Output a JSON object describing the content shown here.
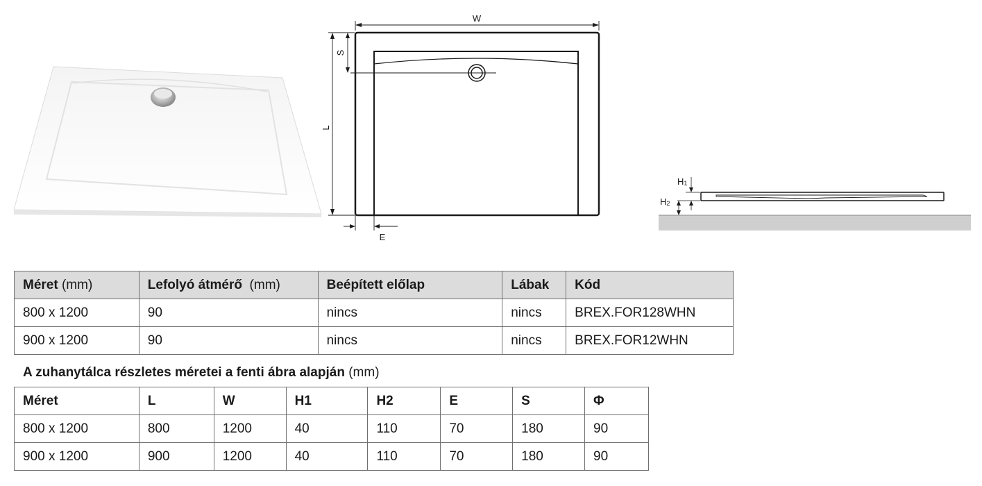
{
  "figure": {
    "top_view_labels": {
      "w": "W",
      "s": "S",
      "l": "L",
      "e": "E"
    },
    "side_view_labels": {
      "h1": "H",
      "h1_sub": "1",
      "h2": "H",
      "h2_sub": "2"
    }
  },
  "table1": {
    "headers": [
      {
        "bold": "Méret",
        "unit": " (mm)"
      },
      {
        "bold": "Lefolyó átmérő",
        "unit": "  (mm)"
      },
      {
        "bold": "Beépített előlap",
        "unit": ""
      },
      {
        "bold": "Lábak",
        "unit": ""
      },
      {
        "bold": "Kód",
        "unit": ""
      }
    ],
    "rows": [
      [
        "800 x 1200",
        "90",
        "nincs",
        "nincs",
        "BREX.FOR128WHN"
      ],
      [
        "900 x 1200",
        "90",
        "nincs",
        "nincs",
        "BREX.FOR12WHN"
      ]
    ]
  },
  "caption": {
    "bold": "A zuhanytálca részletes méretei a fenti ábra alapján",
    "unit": " (mm)"
  },
  "table2": {
    "headers": [
      "Méret",
      "L",
      "W",
      "H1",
      "H2",
      "E",
      "S",
      "Φ"
    ],
    "rows": [
      [
        "800 x 1200",
        "800",
        "1200",
        "40",
        "110",
        "70",
        "180",
        "90"
      ],
      [
        "900 x 1200",
        "900",
        "1200",
        "40",
        "110",
        "70",
        "180",
        "90"
      ]
    ]
  }
}
